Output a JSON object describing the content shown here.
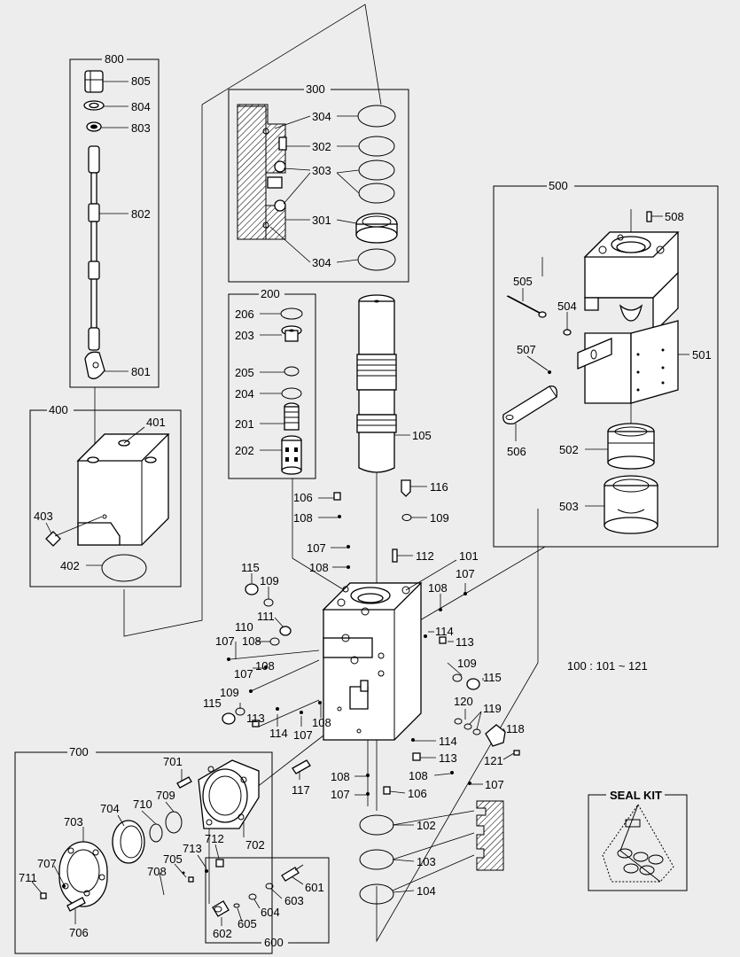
{
  "groups": {
    "g800": "800",
    "g300": "300",
    "g500": "500",
    "g200": "200",
    "g400": "400",
    "g700": "700",
    "g600": "600",
    "seal_kit": "SEAL KIT"
  },
  "range_note": "100 : 101 ~ 121",
  "parts": {
    "p805": "805",
    "p804": "804",
    "p803": "803",
    "p802": "802",
    "p801": "801",
    "p304a": "304",
    "p302": "302",
    "p303": "303",
    "p301": "301",
    "p304b": "304",
    "p508": "508",
    "p505": "505",
    "p504": "504",
    "p507": "507",
    "p501": "501",
    "p506": "506",
    "p502": "502",
    "p503": "503",
    "p206": "206",
    "p203": "203",
    "p205": "205",
    "p204": "204",
    "p201": "201",
    "p202": "202",
    "p105": "105",
    "p401": "401",
    "p403": "403",
    "p402": "402",
    "p106a": "106",
    "p108a": "108",
    "p116": "116",
    "p109a": "109",
    "p107a": "107",
    "p108b": "108",
    "p112": "112",
    "p101": "101",
    "p107b": "107",
    "p108c": "108",
    "p115a": "115",
    "p109b": "109",
    "p111": "111",
    "p110": "110",
    "p107c": "107",
    "p108d": "108",
    "p108e": "108",
    "p107d": "107",
    "p114a": "114",
    "p113a": "113",
    "p109c": "109",
    "p115b": "115",
    "p109d": "109",
    "p115c": "115",
    "p113b": "113",
    "p114b": "114",
    "p107e": "107",
    "p108f": "108",
    "p120": "120",
    "p119": "119",
    "p118": "118",
    "p121": "121",
    "p114c": "114",
    "p113c": "113",
    "p117": "117",
    "p108g": "108",
    "p108h": "108",
    "p107f": "107",
    "p107g": "107",
    "p106b": "106",
    "p102": "102",
    "p103": "103",
    "p104": "104",
    "p701": "701",
    "p709": "709",
    "p710": "710",
    "p704": "704",
    "p703": "703",
    "p702": "702",
    "p713": "713",
    "p712": "712",
    "p705": "705",
    "p707": "707",
    "p708": "708",
    "p711": "711",
    "p706": "706",
    "p601": "601",
    "p603": "603",
    "p604": "604",
    "p605": "605",
    "p602": "602"
  }
}
